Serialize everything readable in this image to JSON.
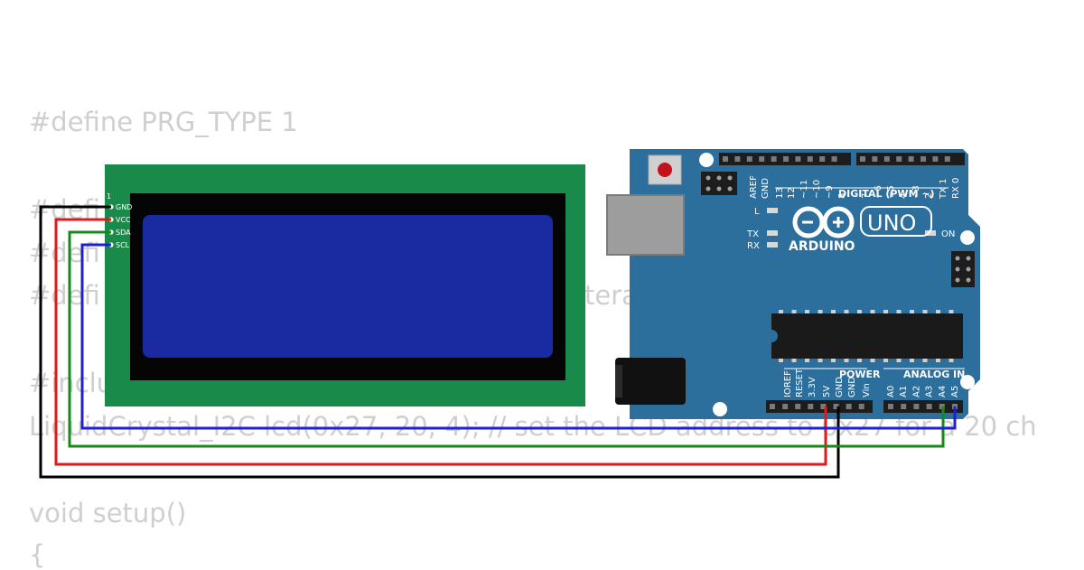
{
  "code": {
    "line1": "#define PRG_TYPE 1",
    "line2": "#defi",
    "line3": "#defi",
    "line4": "#defi",
    "line4_tail": "tera",
    "line5": "#inclu",
    "line6": "LiquidCrystal_I2C lcd(0x27, 20, 4); // set the LCD address to 0x27 for a 20 ch",
    "line7": "void setup()",
    "line8": "{"
  },
  "lcd": {
    "pin1": "1",
    "pins": [
      "GND",
      "VCC",
      "SDA",
      "SCL"
    ]
  },
  "arduino": {
    "brand": "ARDUINO",
    "model": "UNO",
    "digital_title": "DIGITAL (PWM ~)",
    "digital_pins": [
      "AREF",
      "GND",
      "13",
      "12",
      "~11",
      "~10",
      "~9",
      "8",
      "7",
      "~6",
      "~5",
      "4",
      "~3",
      "2",
      "TX 1",
      "RX 0"
    ],
    "power_title": "POWER",
    "power_pins": [
      "IOREF",
      "RESET",
      "3.3V",
      "5V",
      "GND",
      "GND",
      "Vin"
    ],
    "analog_title": "ANALOG IN",
    "analog_pins": [
      "A0",
      "A1",
      "A2",
      "A3",
      "A4",
      "A5"
    ],
    "led_l": "L",
    "led_tx": "TX",
    "led_rx": "RX",
    "led_on": "ON"
  },
  "colors": {
    "wire_gnd": "#000000",
    "wire_vcc": "#e0191b",
    "wire_sda": "#17891b",
    "wire_scl": "#1f1fd6",
    "board": "#2c6e9c",
    "lcd_pcb": "#1a8a4a",
    "lcd_screen": "#1a2aa0"
  }
}
